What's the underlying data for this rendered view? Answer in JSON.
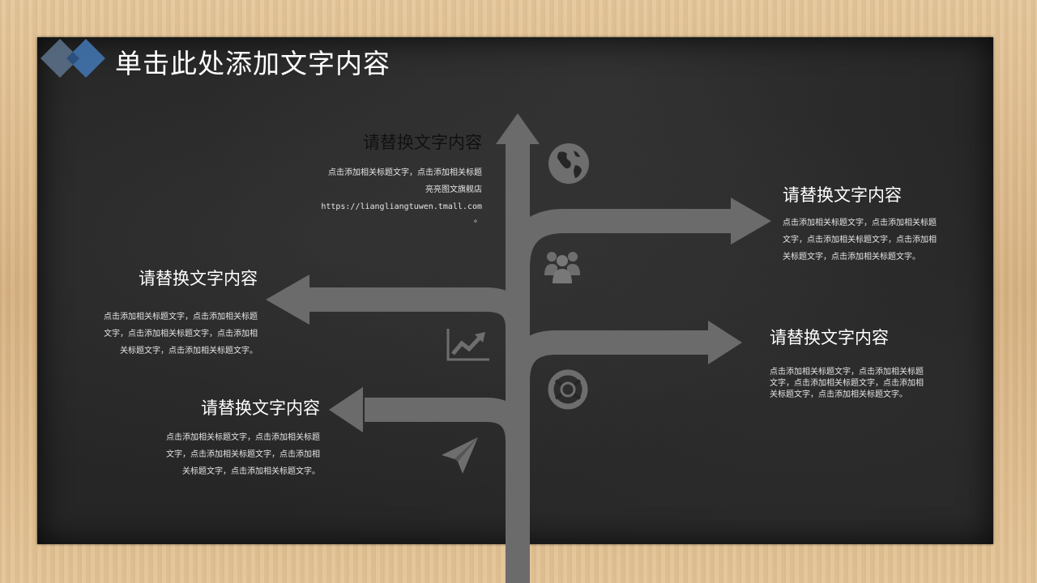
{
  "title": "单击此处添加文字内容",
  "blocks": [
    {
      "heading": "请替换文字内容",
      "lines": [
        "点击添加相关标题文字，点击添加相关标题",
        "亮亮图文旗舰店",
        "https://liangliangtuwen.tmall.com",
        "。"
      ]
    },
    {
      "heading": "请替换文字内容",
      "lines": [
        "点击添加相关标题文字，点击添加相关标题",
        "文字，点击添加相关标题文字，点击添加相",
        "关标题文字，点击添加相关标题文字。"
      ]
    },
    {
      "heading": "请替换文字内容",
      "lines": [
        "点击添加相关标题文字，点击添加相关标题",
        "文字，点击添加相关标题文字，点击添加相",
        "关标题文字，点击添加相关标题文字。"
      ]
    },
    {
      "heading": "请替换文字内容",
      "lines": [
        "点击添加相关标题文字，点击添加相关标题",
        "文字，点击添加相关标题文字，点击添加相",
        "关标题文字，点击添加相关标题文字。"
      ]
    },
    {
      "heading": "请替换文字内容",
      "lines": [
        "点击添加相关标题文字，点击添加相关标题",
        "文字，点击添加相关标题文字，点击添加相",
        "关标题文字，点击添加相关标题文字。"
      ]
    }
  ],
  "icons": [
    "globe-icon",
    "team-icon",
    "trend-chart-icon",
    "lifebuoy-icon",
    "paper-plane-icon"
  ],
  "colors": {
    "board": "#262626",
    "arrow": "#6b6b6b",
    "frame": "#d9b88a",
    "text": "#ffffff"
  }
}
